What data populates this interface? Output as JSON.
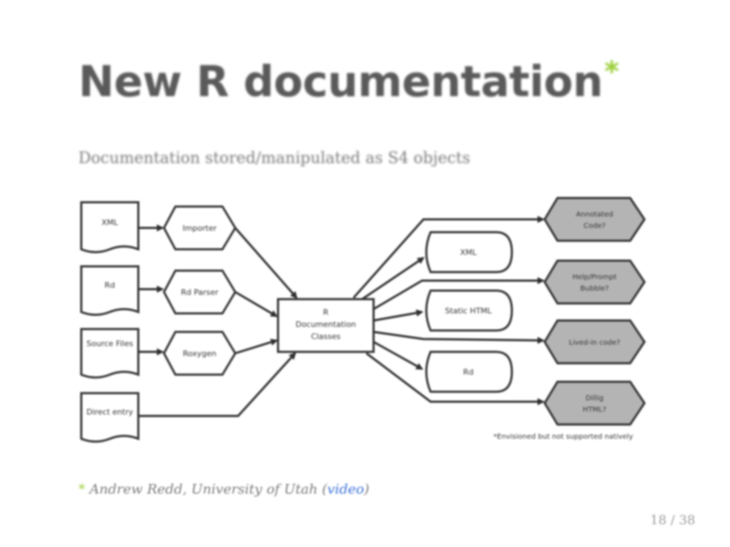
{
  "slide": {
    "title": "New R documentation",
    "title_marker": "*",
    "subtitle": "Documentation stored/manipulated as S4 objects",
    "footnote": {
      "marker": "*",
      "prefix": "Andrew Redd, University of Utah (",
      "link": "video",
      "suffix": ")"
    },
    "page_number": "18 / 38"
  },
  "diagram": {
    "sources": [
      "XML",
      "Rd",
      "Source Files",
      "Direct entry"
    ],
    "parsers": [
      "Importer",
      "Rd Parser",
      "Roxygen"
    ],
    "center": [
      "R",
      "Documentation",
      "Classes"
    ],
    "outputs": [
      "XML",
      "Static HTML",
      "Rd"
    ],
    "proposed_outputs": [
      [
        "Annotated",
        "Code?"
      ],
      [
        "Help/Prompt",
        "Bubble?"
      ],
      [
        "Lived-in code?"
      ],
      [
        "Dillig",
        "HTML?"
      ]
    ],
    "note": "*Envisioned but not supported natively"
  },
  "colors": {
    "accent": "#9ccf3a",
    "link": "#3a6fd8",
    "title": "#5a5a5a",
    "proposed_fill": "#b4b4b4"
  }
}
